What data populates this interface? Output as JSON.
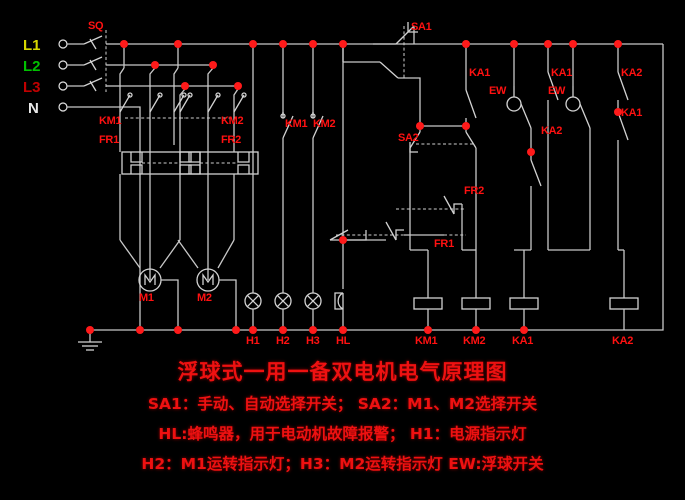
{
  "diagram": {
    "type": "electrical-schematic",
    "background_color": "#000000",
    "wire_color": "#c8c8c8",
    "label_color": "#ff1111",
    "node_color": "#ff1a1a"
  },
  "supply": {
    "lines": [
      {
        "name": "L1",
        "color": "#d8d800"
      },
      {
        "name": "L2",
        "color": "#00c000"
      },
      {
        "name": "L3",
        "color": "#c00000"
      },
      {
        "name": "N",
        "color": "#e8e8e8"
      }
    ],
    "disconnect_label": "SQ"
  },
  "power_circuit": {
    "branch1": {
      "contactor": "KM1",
      "overload": "FR1",
      "motor": "M1",
      "motor_symbol": "M"
    },
    "branch2": {
      "contactor": "KM2",
      "overload": "FR2",
      "motor": "M2",
      "motor_symbol": "M"
    }
  },
  "control_circuit": {
    "aux_contacts": [
      "KM1",
      "KM2"
    ],
    "selector_switches": [
      "SA1",
      "SA2"
    ],
    "thermal_contacts": [
      "FR1",
      "FR2"
    ],
    "relay_contacts": [
      "KA1",
      "KA2",
      "KA1",
      "KA2",
      "KA1"
    ],
    "float_switches": [
      "EW",
      "EW"
    ]
  },
  "bottom_labels": [
    "H1",
    "H2",
    "H3",
    "HL",
    "KM1",
    "KM2",
    "KA1",
    "KA2"
  ],
  "lamps": [
    {
      "name": "H1",
      "symbol": "cross-circle"
    },
    {
      "name": "H2",
      "symbol": "cross-circle"
    },
    {
      "name": "H3",
      "symbol": "cross-circle"
    },
    {
      "name": "HL",
      "symbol": "horn"
    }
  ],
  "coils": [
    {
      "name": "KM1"
    },
    {
      "name": "KM2"
    },
    {
      "name": "KA1"
    },
    {
      "name": "KA2"
    }
  ],
  "caption": {
    "title": "浮球式一用一备双电机电气原理图",
    "line1": "SA1：手动、自动选择开关；        SA2：M1、M2选择开关",
    "line2": "HL:蜂鸣器，用于电动机故障报警；    H1：电源指示灯",
    "line3": "H2：M1运转指示灯；H3：M2运转指示灯   EW:浮球开关"
  }
}
